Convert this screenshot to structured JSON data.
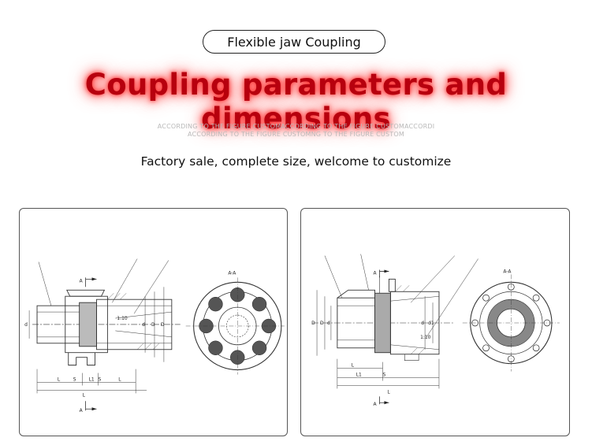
{
  "header": {
    "badge_label": "Flexible jaw Coupling",
    "headline": "Coupling parameters and dimensions",
    "watermark_line1": "ACCORDING TO THE FIGURE CUSTOMACCORDING TO THE FIGURE CUSTOMACCORDI",
    "watermark_line2": "ACCORDING TO THE FIGURE CUSTOMNG TO THE FIGURE CUSTOM",
    "tagline": "Factory sale, complete size, welcome to customize"
  },
  "colors": {
    "headline_red": "#b7000e",
    "glow_red": "#ff3b3b"
  },
  "drawings": {
    "left": {
      "section_label": "A-A",
      "section_marker": "A",
      "taper_label": "1:10",
      "dim_labels": [
        "d",
        "d",
        "D",
        "D",
        "L",
        "L",
        "S",
        "S",
        "L1",
        "L"
      ]
    },
    "right": {
      "section_label": "A-A",
      "section_marker": "A",
      "taper_label": "1:10",
      "dim_labels": [
        "D",
        "D",
        "d",
        "d",
        "d1",
        "L",
        "L1",
        "L",
        "S"
      ]
    }
  }
}
